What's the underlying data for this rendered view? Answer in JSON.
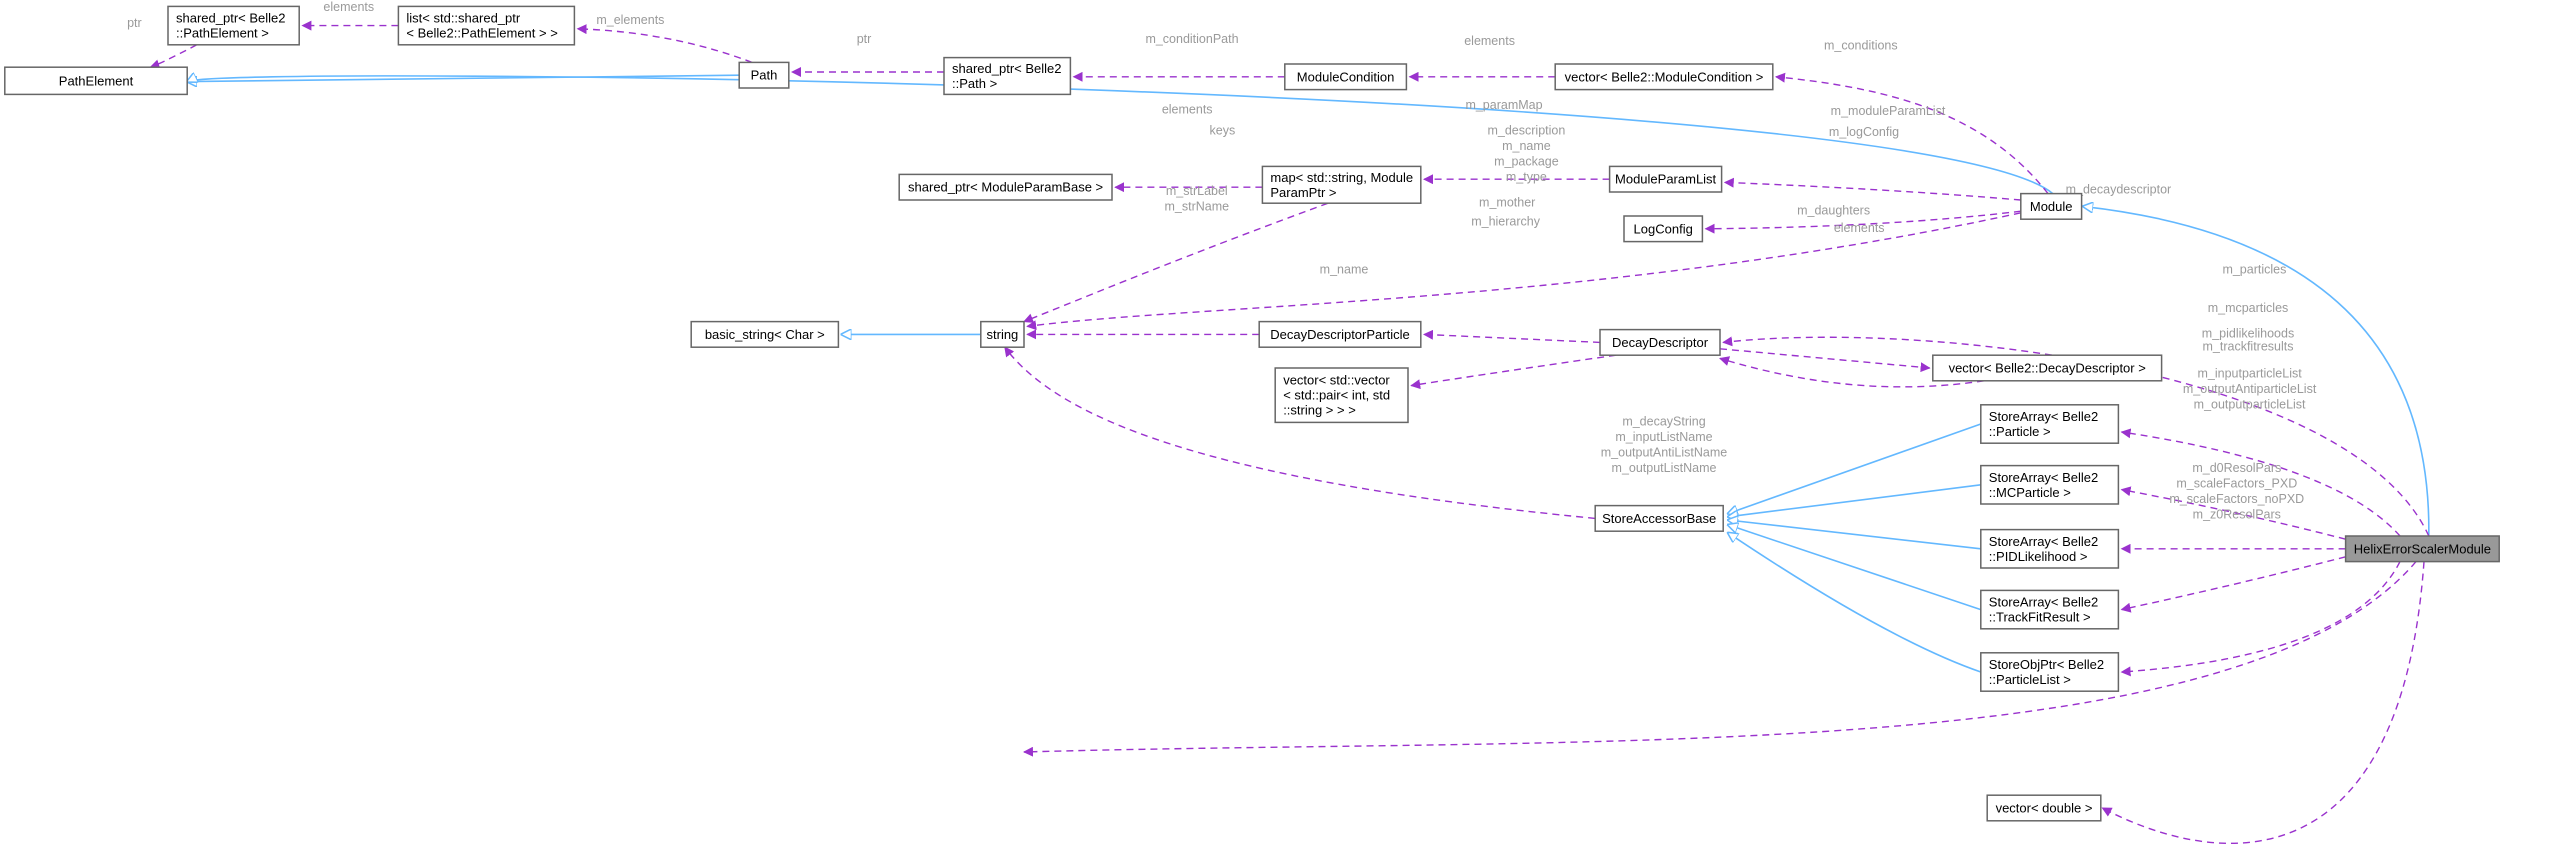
{
  "nodes": {
    "path_element": "PathElement",
    "sp_path_element": [
      "shared_ptr< Belle2",
      "::PathElement >"
    ],
    "list_sp": [
      "list< std::shared_ptr",
      "< Belle2::PathElement > >"
    ],
    "path": "Path",
    "sp_path": [
      "shared_ptr< Belle2",
      "::Path >"
    ],
    "module_condition": "ModuleCondition",
    "vec_module_condition": "vector< Belle2::ModuleCondition >",
    "sp_module_param_base": "shared_ptr< ModuleParamBase >",
    "map_param": [
      "map< std::string, Module",
      "ParamPtr >"
    ],
    "module_param_list": "ModuleParamList",
    "module": "Module",
    "log_config": "LogConfig",
    "basic_string": "basic_string< Char >",
    "string": "string",
    "ddp": "DecayDescriptorParticle",
    "decay_descriptor": "DecayDescriptor",
    "vec_dd": "vector< Belle2::DecayDescriptor >",
    "vec_vec": [
      "vector< std::vector",
      "< std::pair< int, std",
      "::string > > >"
    ],
    "store_accessor_base": "StoreAccessorBase",
    "sa_particle": [
      "StoreArray< Belle2",
      "::Particle >"
    ],
    "sa_mcparticle": [
      "StoreArray< Belle2",
      "::MCParticle >"
    ],
    "sa_pid": [
      "StoreArray< Belle2",
      "::PIDLikelihood >"
    ],
    "sa_track": [
      "StoreArray< Belle2",
      "::TrackFitResult >"
    ],
    "sop_plist": [
      "StoreObjPtr< Belle2",
      "::ParticleList >"
    ],
    "vec_double": "vector< double >",
    "helix": "HelixErrorScalerModule"
  },
  "edge_labels": {
    "ptr_pe": [
      "ptr"
    ],
    "elements_list": [
      "elements"
    ],
    "m_elements": [
      "m_elements"
    ],
    "ptr_path": [
      "ptr"
    ],
    "m_condition_path": [
      "m_conditionPath"
    ],
    "elements_cond": [
      "elements"
    ],
    "m_conditions": [
      "m_conditions"
    ],
    "elements_map": [
      "elements"
    ],
    "m_param_map": [
      "m_paramMap"
    ],
    "m_module_param_list": [
      "m_moduleParamList"
    ],
    "keys": [
      "keys"
    ],
    "m_log_config": [
      "m_logConfig"
    ],
    "module_strings": [
      "m_description",
      "m_name",
      "m_package",
      "m_type"
    ],
    "ddp_strings": [
      "m_strLabel",
      "m_strName"
    ],
    "m_mother": [
      "m_mother"
    ],
    "m_decaydescriptor": [
      "m_decaydescriptor"
    ],
    "m_daughters": [
      "m_daughters"
    ],
    "elements_dd": [
      "elements"
    ],
    "m_hierarchy": [
      "m_hierarchy"
    ],
    "m_name_sab": [
      "m_name"
    ],
    "m_particles": [
      "m_particles"
    ],
    "m_mcparticles": [
      "m_mcparticles"
    ],
    "m_pidlikelihoods": [
      "m_pidlikelihoods"
    ],
    "m_trackfitresults": [
      "m_trackfitresults"
    ],
    "plist_names": [
      "m_inputparticleList",
      "m_outputAntiparticleList",
      "m_outputparticleList"
    ],
    "helix_strings": [
      "m_decayString",
      "m_inputListName",
      "m_outputAntiListName",
      "m_outputListName"
    ],
    "double_names": [
      "m_d0ResolPars",
      "m_scaleFactors_PXD",
      "m_scaleFactors_noPXD",
      "m_z0ResolPars"
    ]
  },
  "colors": {
    "inheritance_edge": "#63b8ff",
    "usage_edge": "#9a32cd",
    "edge_label_text": "#9a9a9a",
    "node_border": "#666666",
    "focus_fill": "#999999"
  }
}
